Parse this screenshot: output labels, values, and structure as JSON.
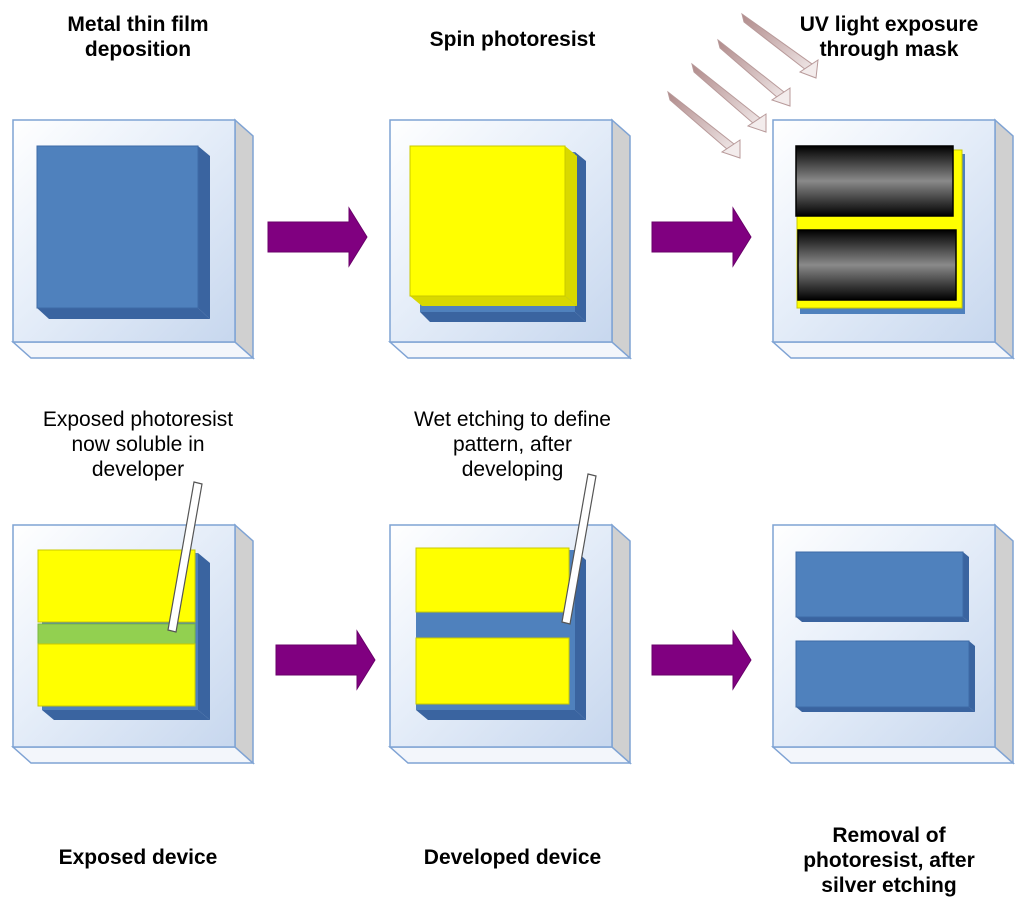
{
  "steps": {
    "metal_deposition": {
      "title_line1": "Metal thin film",
      "title_line2": "deposition"
    },
    "spin_photoresist": {
      "title": "Spin photoresist"
    },
    "uv_exposure": {
      "title_line1": "UV light exposure",
      "title_line2": "through mask"
    },
    "exposed_device": {
      "caption": "Exposed device"
    },
    "developed_device": {
      "caption": "Developed device"
    },
    "removal": {
      "caption_line1": "Removal of",
      "caption_line2": "photoresist, after",
      "caption_line3": "silver etching"
    }
  },
  "callouts": {
    "exposed_note": {
      "line1": "Exposed photoresist",
      "line2": "now soluble in",
      "line3": "developer"
    },
    "etching_note": {
      "line1": "Wet etching to define",
      "line2": "pattern, after",
      "line3": "developing"
    }
  },
  "colors": {
    "substrate_face": "#dfe8f6",
    "substrate_edge": "#7fa3d4",
    "metal": "#4f81bd",
    "photoresist": "#ffff00",
    "exposed_resist": "#92d050",
    "mask": "#1a1a1a",
    "arrow": "#800080",
    "uv_ray": "#d9c3c3"
  }
}
